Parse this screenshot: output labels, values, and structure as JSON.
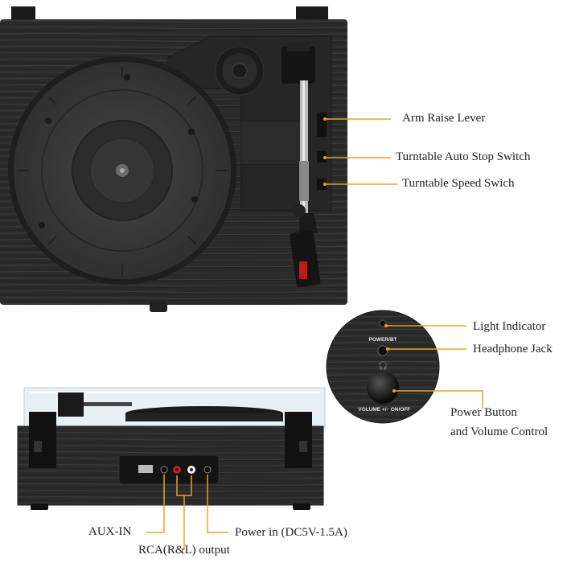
{
  "labels": {
    "arm_raise_lever": "Arm Raise Lever",
    "auto_stop_switch": "Turntable Auto Stop Switch",
    "speed_switch": "Turntable Speed Swich",
    "light_indicator": "Light Indicator",
    "headphone_jack": "Headphone Jack",
    "power_button_line1": "Power Button",
    "power_button_line2": "and Volume Control",
    "aux_in": "AUX-IN",
    "rca_output": "RCA(R&L) output",
    "power_in": "Power in (DC5V-1.5A)"
  },
  "panel": {
    "power_bt": "POWER/BT",
    "volume": "VOLUME +/-",
    "on_off": "ON/OFF"
  },
  "colors": {
    "callout": "#f0a020",
    "wood": "#2c2c2c",
    "platter": "#3a3a3a"
  }
}
